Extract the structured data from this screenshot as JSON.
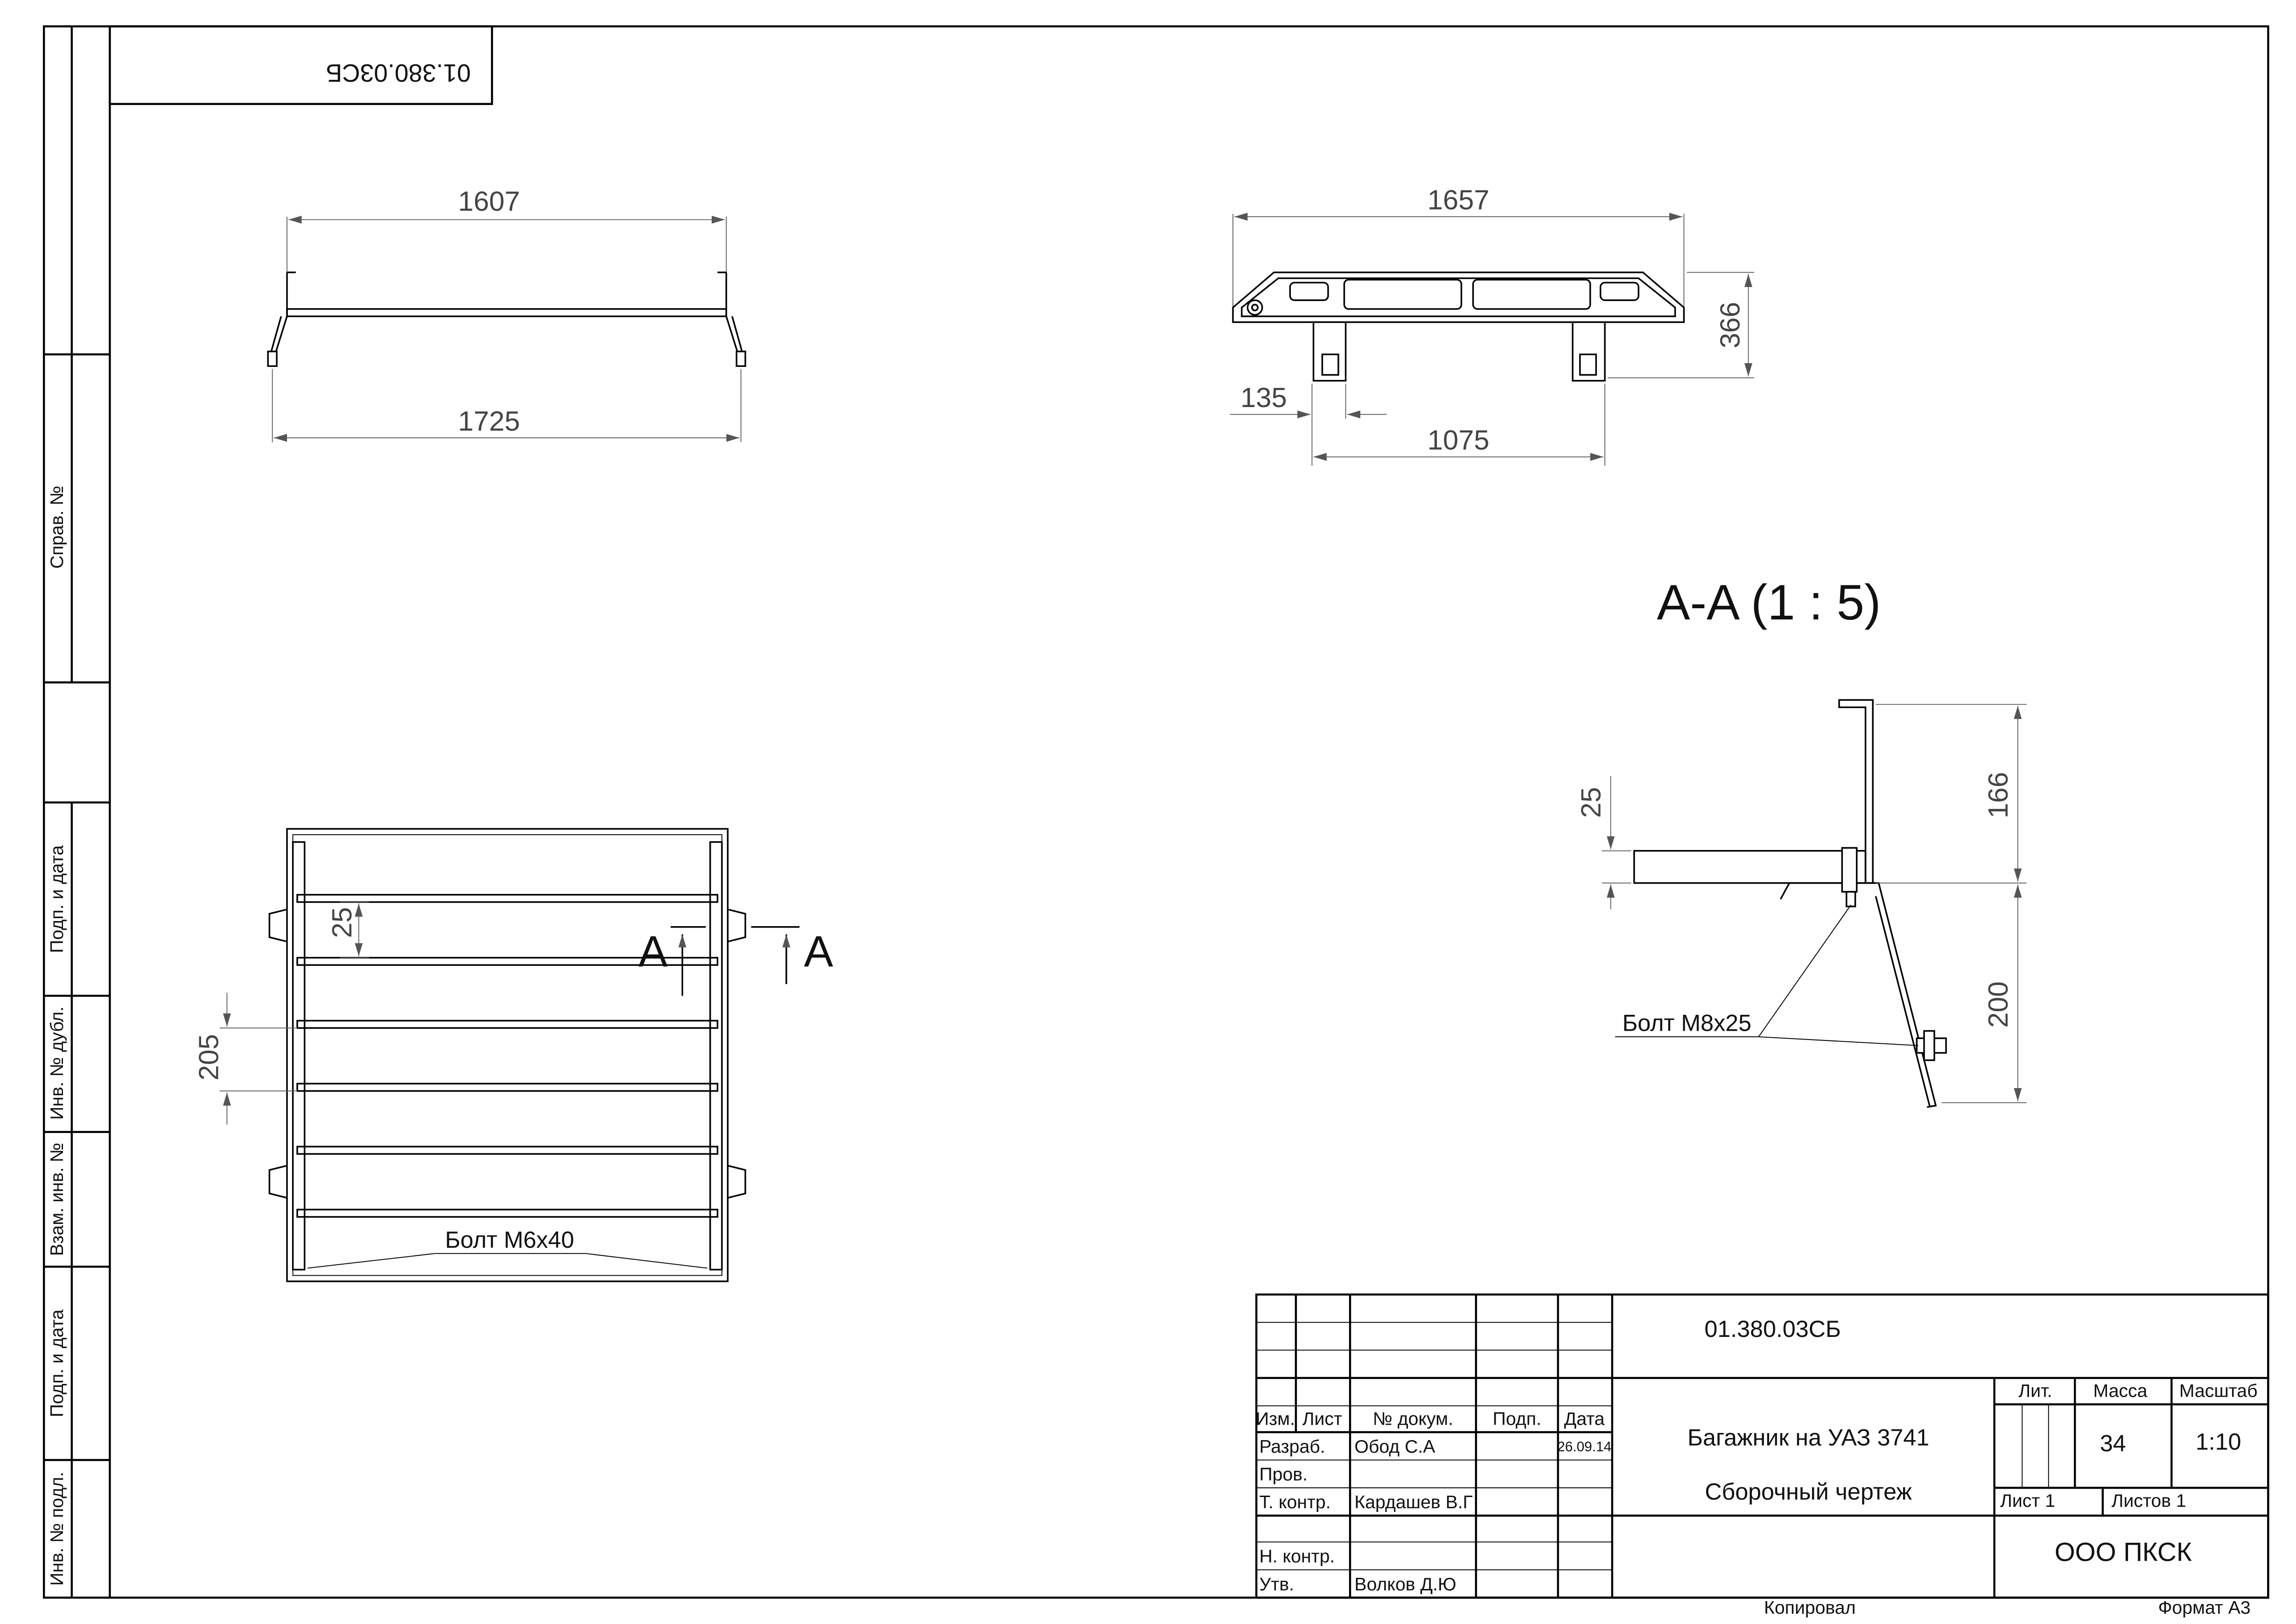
{
  "drawing_code_rotated": "01.380.03СБ",
  "side_columns": {
    "sprav_no": "Справ. №",
    "podp_data_1": "Подп. и дата",
    "inv_no_dubl": "Инв. № дубл.",
    "vzam_inv_no": "Взам. инв. №",
    "podp_data_2": "Подп. и дата",
    "inv_no_podl": "Инв. № подл."
  },
  "front_view": {
    "dim_top": "1607",
    "dim_bottom": "1725"
  },
  "side_view": {
    "dim_length": "1657",
    "dim_height": "366",
    "dim_offset": "135",
    "dim_span": "1075"
  },
  "top_view": {
    "dim_gap": "25",
    "dim_pitch": "205",
    "section_left": "A",
    "section_right": "A",
    "bolt_label": "Болт М6х40"
  },
  "section_view": {
    "title": "A-A  (1 : 5)",
    "dim_top_offset": "25",
    "dim_upper": "166",
    "dim_lower": "200",
    "bolt_label": "Болт М8х25"
  },
  "title_block": {
    "designation": "01.380.03СБ",
    "headers": {
      "izm": "Изм.",
      "list": "Лист",
      "n_dokum": "№ докум.",
      "podp": "Подп.",
      "data": "Дата"
    },
    "rows": {
      "razrab_label": "Разраб.",
      "razrab_name": "Обод С.А",
      "razrab_date": "26.09.14",
      "prov_label": "Пров.",
      "t_kontr_label": "Т. контр.",
      "t_kontr_name": "Кардашев В.Г",
      "n_kontr_label": "Н. контр.",
      "utv_label": "Утв.",
      "utv_name": "Волков Д.Ю"
    },
    "product_name": "Багажник на УАЗ 3741",
    "document_type": "Сборочный чертеж",
    "lit_label": "Лит.",
    "mass_label": "Масса",
    "scale_label": "Масштаб",
    "mass_value": "34",
    "scale_value": "1:10",
    "sheet_label": "Лист 1",
    "sheets_label": "Листов 1",
    "organization": "ООО ПКСК"
  },
  "footer": {
    "copied": "Копировал",
    "format": "Формат А3"
  }
}
